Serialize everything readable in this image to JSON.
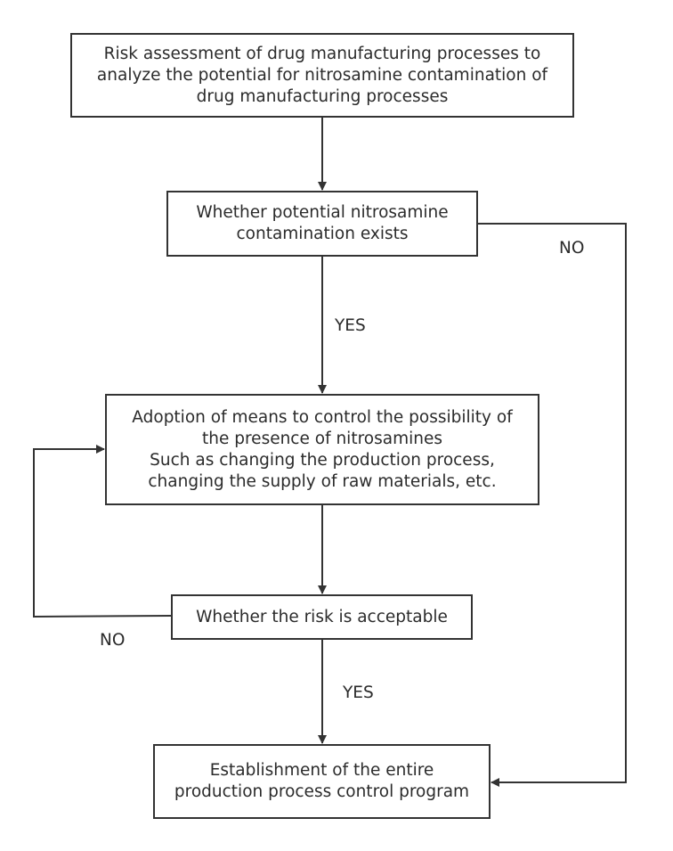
{
  "nodes": {
    "risk_assessment": {
      "lines": [
        "Risk assessment of drug manufacturing processes to",
        "analyze the potential for nitrosamine contamination of",
        "drug manufacturing processes"
      ]
    },
    "contamination_check": {
      "lines": [
        "Whether potential nitrosamine",
        "contamination exists"
      ]
    },
    "control_means": {
      "lines": [
        "Adoption of means to control the possibility of",
        "the presence of nitrosamines",
        "Such as changing the production process,",
        "changing the supply of raw materials, etc."
      ]
    },
    "risk_acceptable": {
      "lines": [
        "Whether the risk is acceptable"
      ]
    },
    "establishment": {
      "lines": [
        "Establishment of the entire",
        "production process control program"
      ]
    }
  },
  "edges": {
    "contamination_yes": "YES",
    "contamination_no": "NO",
    "risk_no": "NO",
    "risk_yes": "YES"
  },
  "colors": {
    "stroke": "#333333",
    "text": "#2b2b2b"
  }
}
